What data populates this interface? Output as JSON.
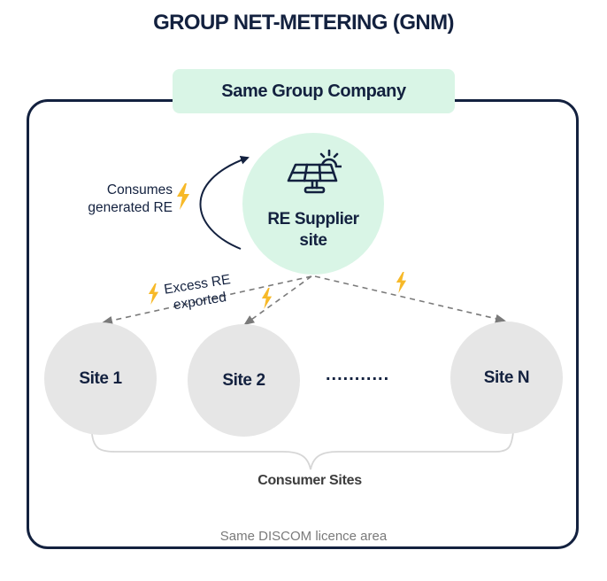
{
  "title": "GROUP NET-METERING (GNM)",
  "group_company_label": "Same Group Company",
  "supplier": {
    "label_line1": "RE Supplier",
    "label_line2": "site",
    "icon": "solar-panel-icon"
  },
  "self_consumption": {
    "label_line1": "Consumes",
    "label_line2": "generated RE",
    "icon": "lightning-bolt-icon"
  },
  "export": {
    "label_line1": "Excess RE",
    "label_line2": "exported",
    "icon": "lightning-bolt-icon"
  },
  "sites": [
    {
      "label": "Site 1"
    },
    {
      "label": "Site 2"
    },
    {
      "label": "Site N"
    }
  ],
  "ellipsis": "...........",
  "consumer_sites_label": "Consumer Sites",
  "discom_label": "Same DISCOM licence area",
  "colors": {
    "navy": "#13213f",
    "mint": "#d9f5e6",
    "site_gray": "#e6e6e6",
    "bolt_yellow": "#f7b928",
    "arrow_gray": "#7a7a7a"
  }
}
